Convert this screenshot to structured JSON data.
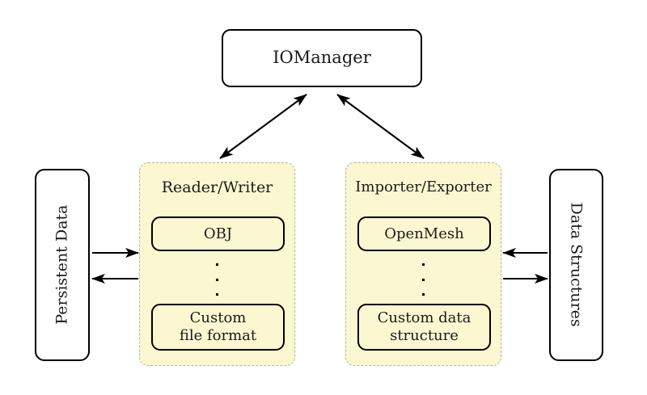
{
  "diagram": {
    "title_node": {
      "label": "IOManager"
    },
    "left_store": {
      "label": "Persistent Data"
    },
    "right_store": {
      "label": "Data Structures"
    },
    "groups": [
      {
        "title": "Reader/Writer",
        "items": [
          {
            "label": "OBJ"
          },
          {
            "label": "Custom\nfile format"
          }
        ],
        "ellipsis": "vertical-dots"
      },
      {
        "title": "Importer/Exporter",
        "items": [
          {
            "label": "OpenMesh"
          },
          {
            "label": "Custom data\nstructure"
          }
        ],
        "ellipsis": "vertical-dots"
      }
    ],
    "connections": [
      {
        "name": "iomanager-readerwriter",
        "style": "double-headed-arrow"
      },
      {
        "name": "iomanager-importerexporter",
        "style": "double-headed-arrow"
      },
      {
        "name": "persistentdata-to-readerwriter",
        "style": "arrow-right"
      },
      {
        "name": "readerwriter-to-persistentdata",
        "style": "arrow-left"
      },
      {
        "name": "importerexporter-from-datastructures",
        "style": "arrow-left"
      },
      {
        "name": "importerexporter-to-datastructures",
        "style": "arrow-right"
      }
    ],
    "colors": {
      "group_fill": "#fbf8d1",
      "group_border": "#b3b1a0",
      "node_border": "#000000",
      "background": "#ffffff",
      "text": "#1a1a1a"
    }
  }
}
